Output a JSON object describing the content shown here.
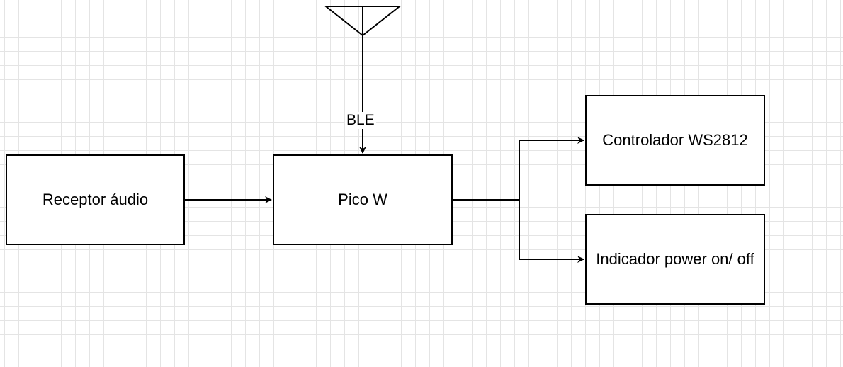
{
  "diagram": {
    "nodes": {
      "receptor": "Receptor áudio",
      "pico": "Pico W",
      "controlador": "Controlador WS2812",
      "indicador": "Indicador power on/ off"
    },
    "edge_labels": {
      "antenna_to_pico": "BLE"
    },
    "colors": {
      "line": "#000000",
      "grid": "#e4e4e4",
      "background": "#ffffff"
    }
  }
}
